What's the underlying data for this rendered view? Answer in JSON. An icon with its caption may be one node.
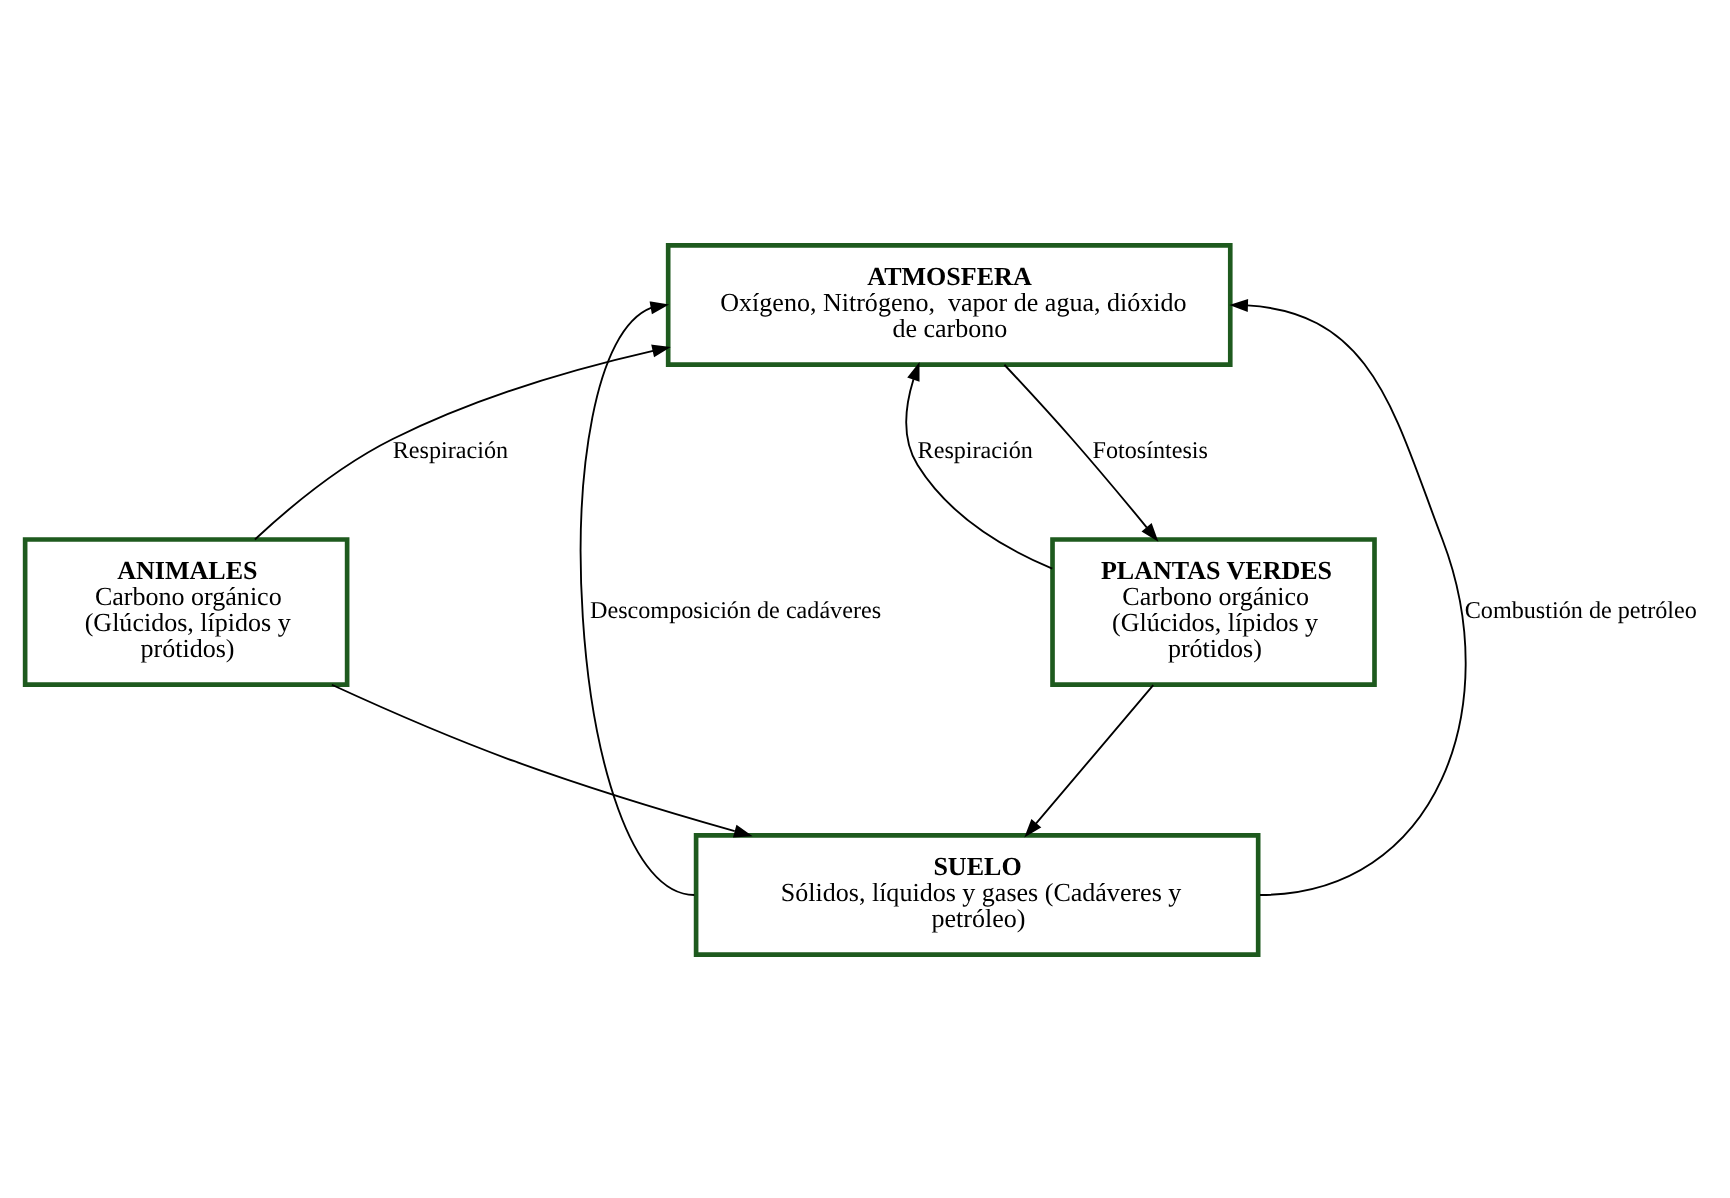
{
  "diagram": {
    "nodes": [
      {
        "text": [
          "ATMOSFERA",
          "Oxígeno, Nitrógeno,  vapor de agua, dióxido de carbono"
        ]
      },
      {
        "text": [
          "PLANTAS VERDES",
          "Carbono orgánico (Glúcidos, lípidos y prótidos)"
        ]
      },
      {
        "text": [
          "ANIMALES",
          "Carbono orgánico (Glúcidos, lípidos y prótidos)"
        ]
      },
      {
        "text": [
          "SUELO",
          "Sólidos, líquidos y gases (Cadáveres y petróleo)"
        ]
      }
    ],
    "edges": [
      {
        "from": 0,
        "to": 1,
        "arrow": "to",
        "label": "Fotosíntesis"
      },
      {
        "from": 1,
        "to": 0,
        "arrow": "to",
        "label": "Respiración"
      },
      {
        "from": 2,
        "to": 0,
        "arrow": "to",
        "label": "Respiración"
      },
      {
        "from": 1,
        "to": 3,
        "arrow": "to"
      },
      {
        "from": 2,
        "to": 3,
        "arrow": "to"
      },
      {
        "from": 3,
        "to": 0,
        "arrow": "to",
        "label": "Descomposición de cadáveres"
      },
      {
        "from": 3,
        "to": 0,
        "arrow": "to",
        "label": "Combustión de petróleo"
      }
    ]
  }
}
